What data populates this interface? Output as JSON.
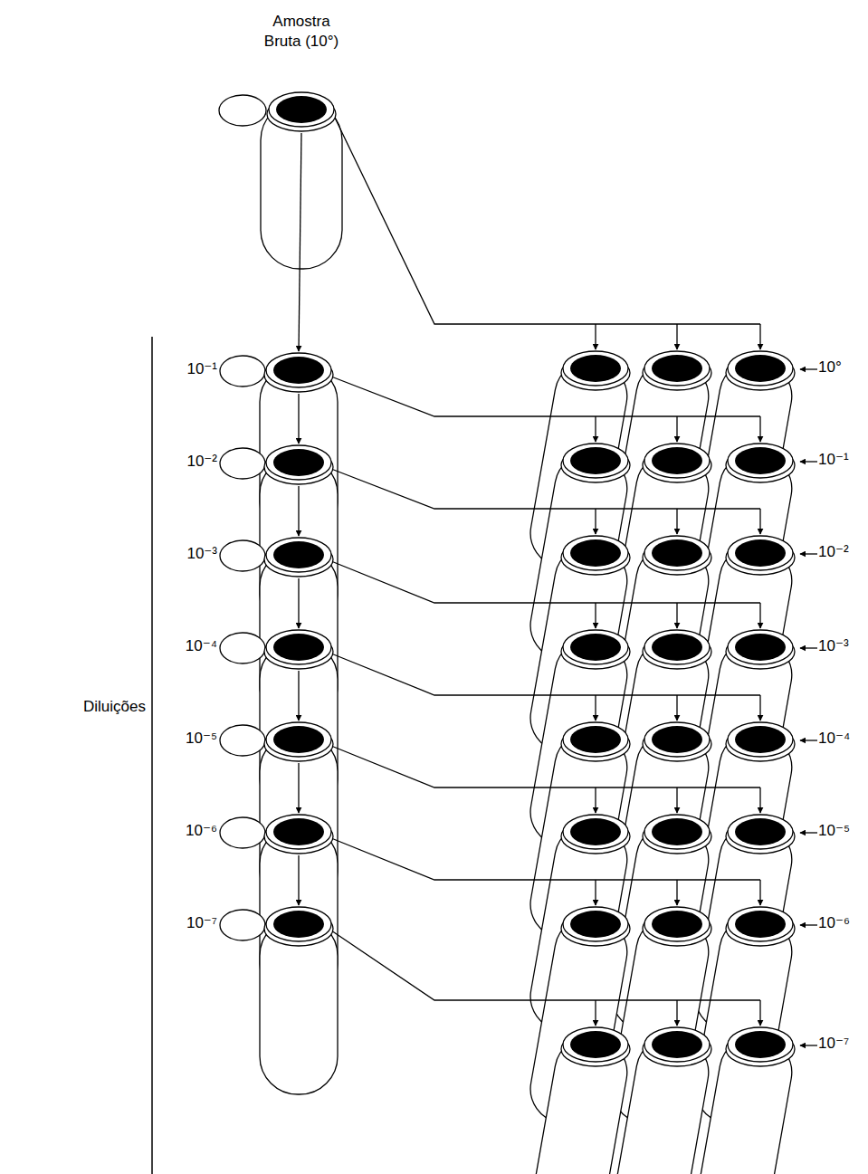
{
  "diagram": {
    "nodes": [
      {
        "text": [
          "Amostra Bruta (10°)"
        ]
      },
      {
        "text": [
          "10⁻¹"
        ]
      },
      {
        "text": [
          "10⁻²"
        ]
      },
      {
        "text": [
          "10⁻³"
        ]
      },
      {
        "text": [
          "10⁻⁴"
        ]
      },
      {
        "text": [
          "10⁻⁵"
        ]
      },
      {
        "text": [
          "10⁻⁶"
        ]
      },
      {
        "text": [
          "10⁻⁷"
        ]
      },
      {
        "text": [
          "10°"
        ]
      },
      {
        "text": [
          "10⁻¹"
        ]
      },
      {
        "text": [
          "10⁻²"
        ]
      },
      {
        "text": [
          "10⁻³"
        ]
      },
      {
        "text": [
          "10⁻⁴"
        ]
      },
      {
        "text": [
          "10⁻⁵"
        ]
      },
      {
        "text": [
          "10⁻⁶"
        ]
      },
      {
        "text": [
          "10⁻⁷"
        ]
      }
    ],
    "edges": [
      {
        "from": 0,
        "to": 1,
        "arrow": "to"
      },
      {
        "from": 1,
        "to": 2,
        "arrow": "to"
      },
      {
        "from": 2,
        "to": 3,
        "arrow": "to"
      },
      {
        "from": 3,
        "to": 4,
        "arrow": "to"
      },
      {
        "from": 4,
        "to": 5,
        "arrow": "to"
      },
      {
        "from": 5,
        "to": 6,
        "arrow": "to"
      },
      {
        "from": 6,
        "to": 7,
        "arrow": "to"
      },
      {
        "from": 0,
        "to": 8,
        "arrow": "to"
      },
      {
        "from": 1,
        "to": 9,
        "arrow": "to"
      },
      {
        "from": 2,
        "to": 10,
        "arrow": "to"
      },
      {
        "from": 3,
        "to": 11,
        "arrow": "to"
      },
      {
        "from": 4,
        "to": 12,
        "arrow": "to"
      },
      {
        "from": 5,
        "to": 13,
        "arrow": "to"
      },
      {
        "from": 6,
        "to": 14,
        "arrow": "to"
      },
      {
        "from": 7,
        "to": 15,
        "arrow": "to"
      }
    ],
    "labels": [
      "Diluições"
    ]
  }
}
